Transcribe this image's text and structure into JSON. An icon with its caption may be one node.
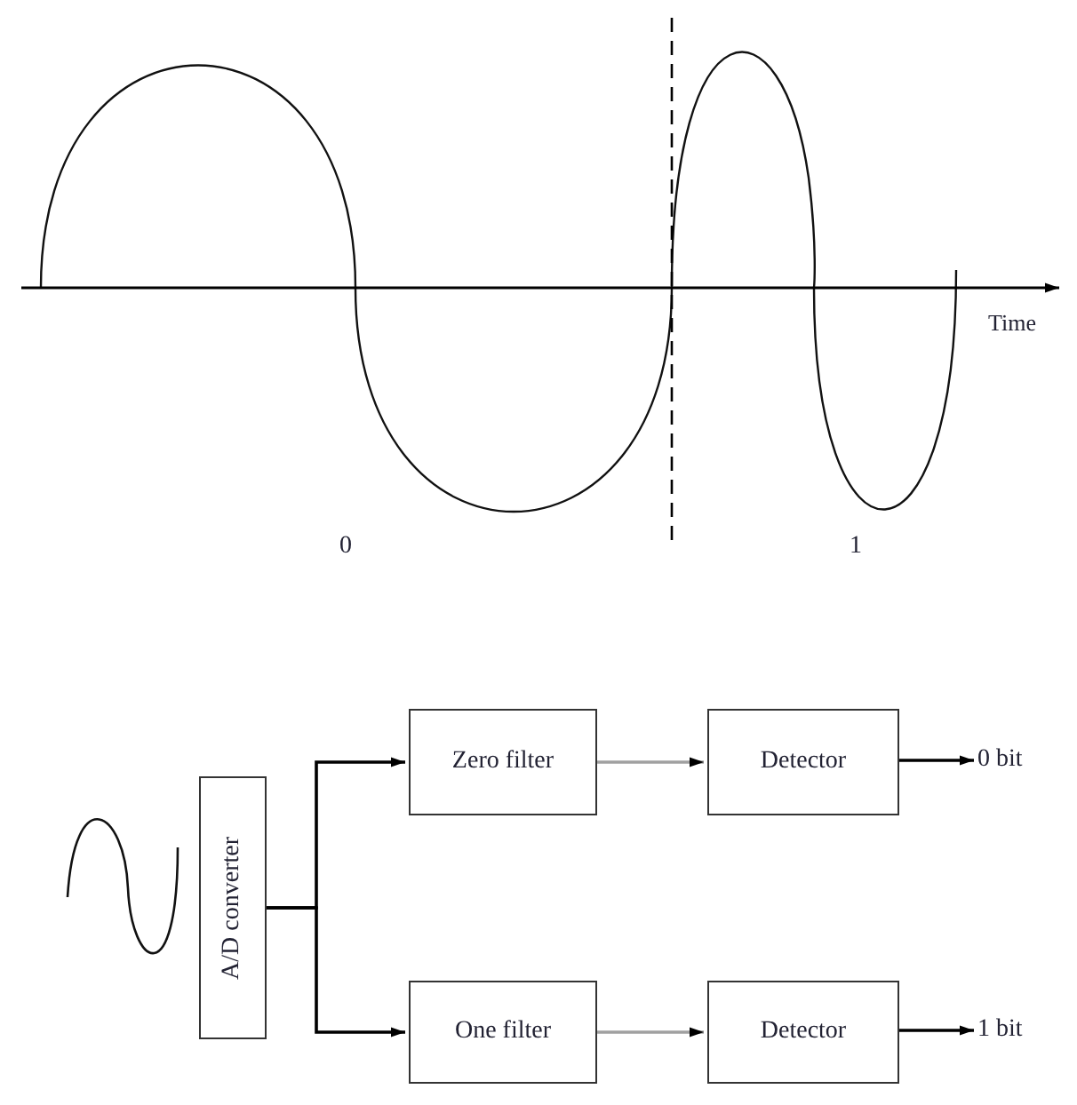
{
  "diagram": {
    "nodes": [
      {
        "text": [
          "A/D converter"
        ]
      },
      {
        "text": [
          "Zero filter"
        ]
      },
      {
        "text": [
          "One filter"
        ]
      },
      {
        "text": [
          "Detector"
        ]
      },
      {
        "text": [
          "Detector"
        ]
      },
      {
        "text": [
          "0 bit"
        ]
      },
      {
        "text": [
          "1 bit"
        ]
      }
    ],
    "edges": [
      {
        "from": 0,
        "to": 1,
        "arrow": "to"
      },
      {
        "from": 0,
        "to": 2,
        "arrow": "to"
      },
      {
        "from": 1,
        "to": 3,
        "arrow": "to",
        "color": "#a0a0a0"
      },
      {
        "from": 2,
        "to": 4,
        "arrow": "to",
        "color": "#a0a0a0"
      },
      {
        "from": 3,
        "to": 5,
        "arrow": "to"
      },
      {
        "from": 4,
        "to": 6,
        "arrow": "to"
      }
    ],
    "labels": [
      "Time",
      "0",
      "1"
    ]
  }
}
